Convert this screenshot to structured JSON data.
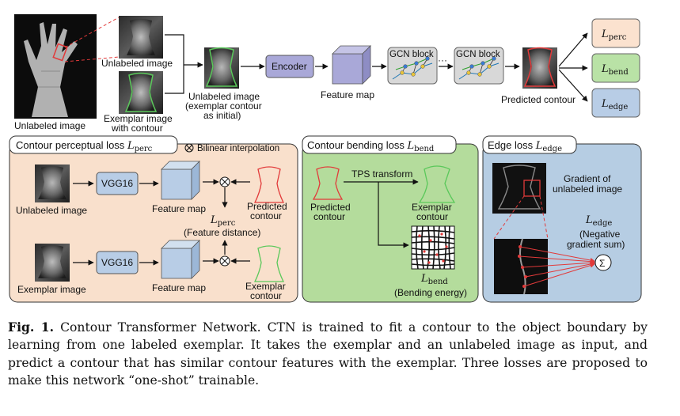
{
  "top": {
    "unlabeled_image_left": "Unlabeled image",
    "unlabeled_image_mid": "Unlabeled image",
    "exemplar_image_l1": "Exemplar image",
    "exemplar_image_l2": "with contour",
    "initial_l1": "Unlabeled image",
    "initial_l2": "(exemplar contour",
    "initial_l3": "as initial)",
    "encoder": "Encoder",
    "feature_map": "Feature map",
    "gcn_block_1": "GCN block",
    "gcn_block_2": "GCN block",
    "dots": "···",
    "predicted_contour": "Predicted contour",
    "loss_perc": {
      "symbol": "L",
      "sub": "perc"
    },
    "loss_bend": {
      "symbol": "L",
      "sub": "bend"
    },
    "loss_edge": {
      "symbol": "L",
      "sub": "edge"
    }
  },
  "perc_panel": {
    "title": "Contour perceptual loss",
    "title_sym": "L",
    "title_sub": "perc",
    "bilinear": "Bilinear interpolation",
    "bilinear_icon": "otimes-icon",
    "unlabeled_image": "Unlabeled image",
    "vgg_1": "VGG16",
    "vgg_2": "VGG16",
    "feature_map_1": "Feature map",
    "feature_map_2": "Feature map",
    "predicted_l1": "Predicted",
    "predicted_l2": "contour",
    "loss_sym": "L",
    "loss_sub": "perc",
    "feature_distance": "(Feature distance)",
    "exemplar_image": "Exemplar image",
    "exemplar_l1": "Exemplar",
    "exemplar_l2": "contour"
  },
  "bend_panel": {
    "title": "Contour bending loss",
    "title_sym": "L",
    "title_sub": "bend",
    "tps": "TPS transform",
    "predicted_l1": "Predicted",
    "predicted_l2": "contour",
    "exemplar_l1": "Exemplar",
    "exemplar_l2": "contour",
    "loss_sym": "L",
    "loss_sub": "bend",
    "bending_energy": "(Bending energy)"
  },
  "edge_panel": {
    "title": "Edge loss",
    "title_sym": "L",
    "title_sub": "edge",
    "gradient_l1": "Gradient of",
    "gradient_l2": "unlabeled image",
    "loss_sym": "L",
    "loss_sub": "edge",
    "negative_l1": "(Negative",
    "negative_l2": "gradient sum)",
    "sum_symbol": "Σ"
  },
  "caption": {
    "label": "Fig. 1.",
    "text": "Contour Transformer Network. CTN is trained to fit a contour to the object boundary by learning from one labeled exemplar. It takes the exemplar and an unlabeled image as input, and predict a contour that has similar contour features with the exemplar. Three losses are proposed to make this network “one-shot” trainable."
  },
  "colors": {
    "perc_bg": "#f9e0cc",
    "bend_bg": "#b4dc9c",
    "edge_bg": "#b6cde3",
    "box_blue": "#b8cde6",
    "box_green": "#b9e2a6",
    "box_peach": "#fbe2cf",
    "encoder_fill": "#a9a8d8",
    "contour_red": "#e23a3a",
    "contour_green": "#5ac85a"
  }
}
